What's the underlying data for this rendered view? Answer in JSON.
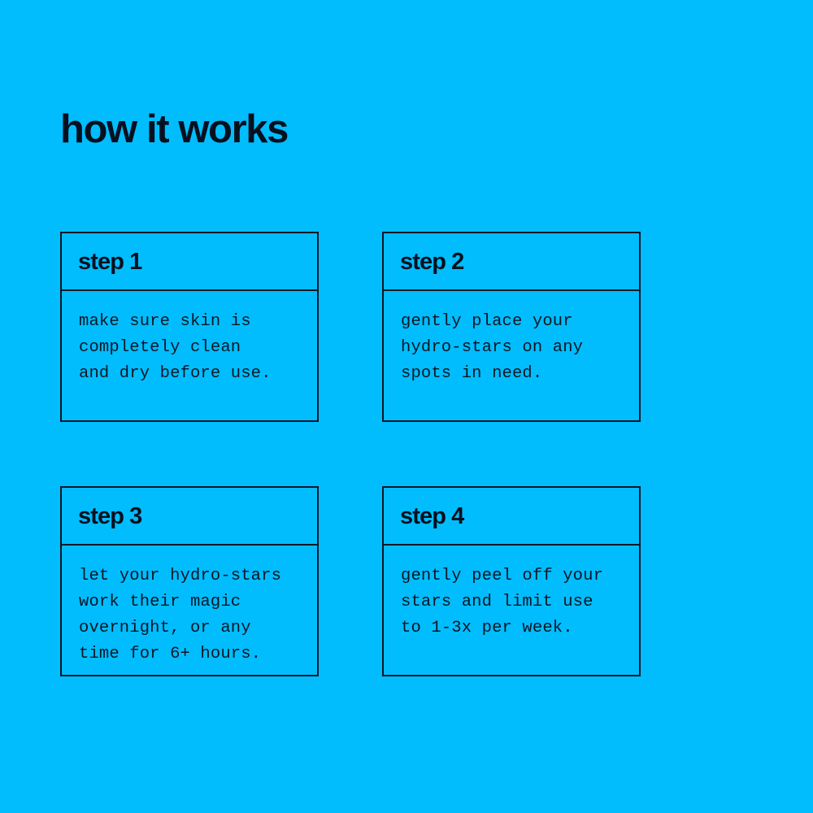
{
  "page": {
    "background_color": "#01bdfd",
    "ink_color": "#0b1626",
    "title": "how it works"
  },
  "steps": [
    {
      "id": "step-1",
      "title": "step 1",
      "text": "make sure skin is\ncompletely clean\nand dry before use.",
      "lines": [
        "make sure skin is",
        "completely clean",
        "and dry before use."
      ]
    },
    {
      "id": "step-2",
      "title": "step 2",
      "text": "gently place your\nhydro-stars on any\nspots in need.",
      "lines": [
        "gently place your",
        "hydro-stars on any",
        "spots in need."
      ]
    },
    {
      "id": "step-3",
      "title": "step 3",
      "text": "let your hydro-stars\nwork their magic\novernight, or any\ntime for 6+ hours.",
      "lines": [
        "let your hydro-stars",
        "work their magic",
        "overnight, or any",
        "time for 6+ hours."
      ]
    },
    {
      "id": "step-4",
      "title": "step 4",
      "text": "gently peel off your\nstars and limit use\nto 1-3x per week.",
      "lines": [
        "gently peel off your",
        "stars and limit use",
        "to 1-3x per week."
      ]
    }
  ]
}
